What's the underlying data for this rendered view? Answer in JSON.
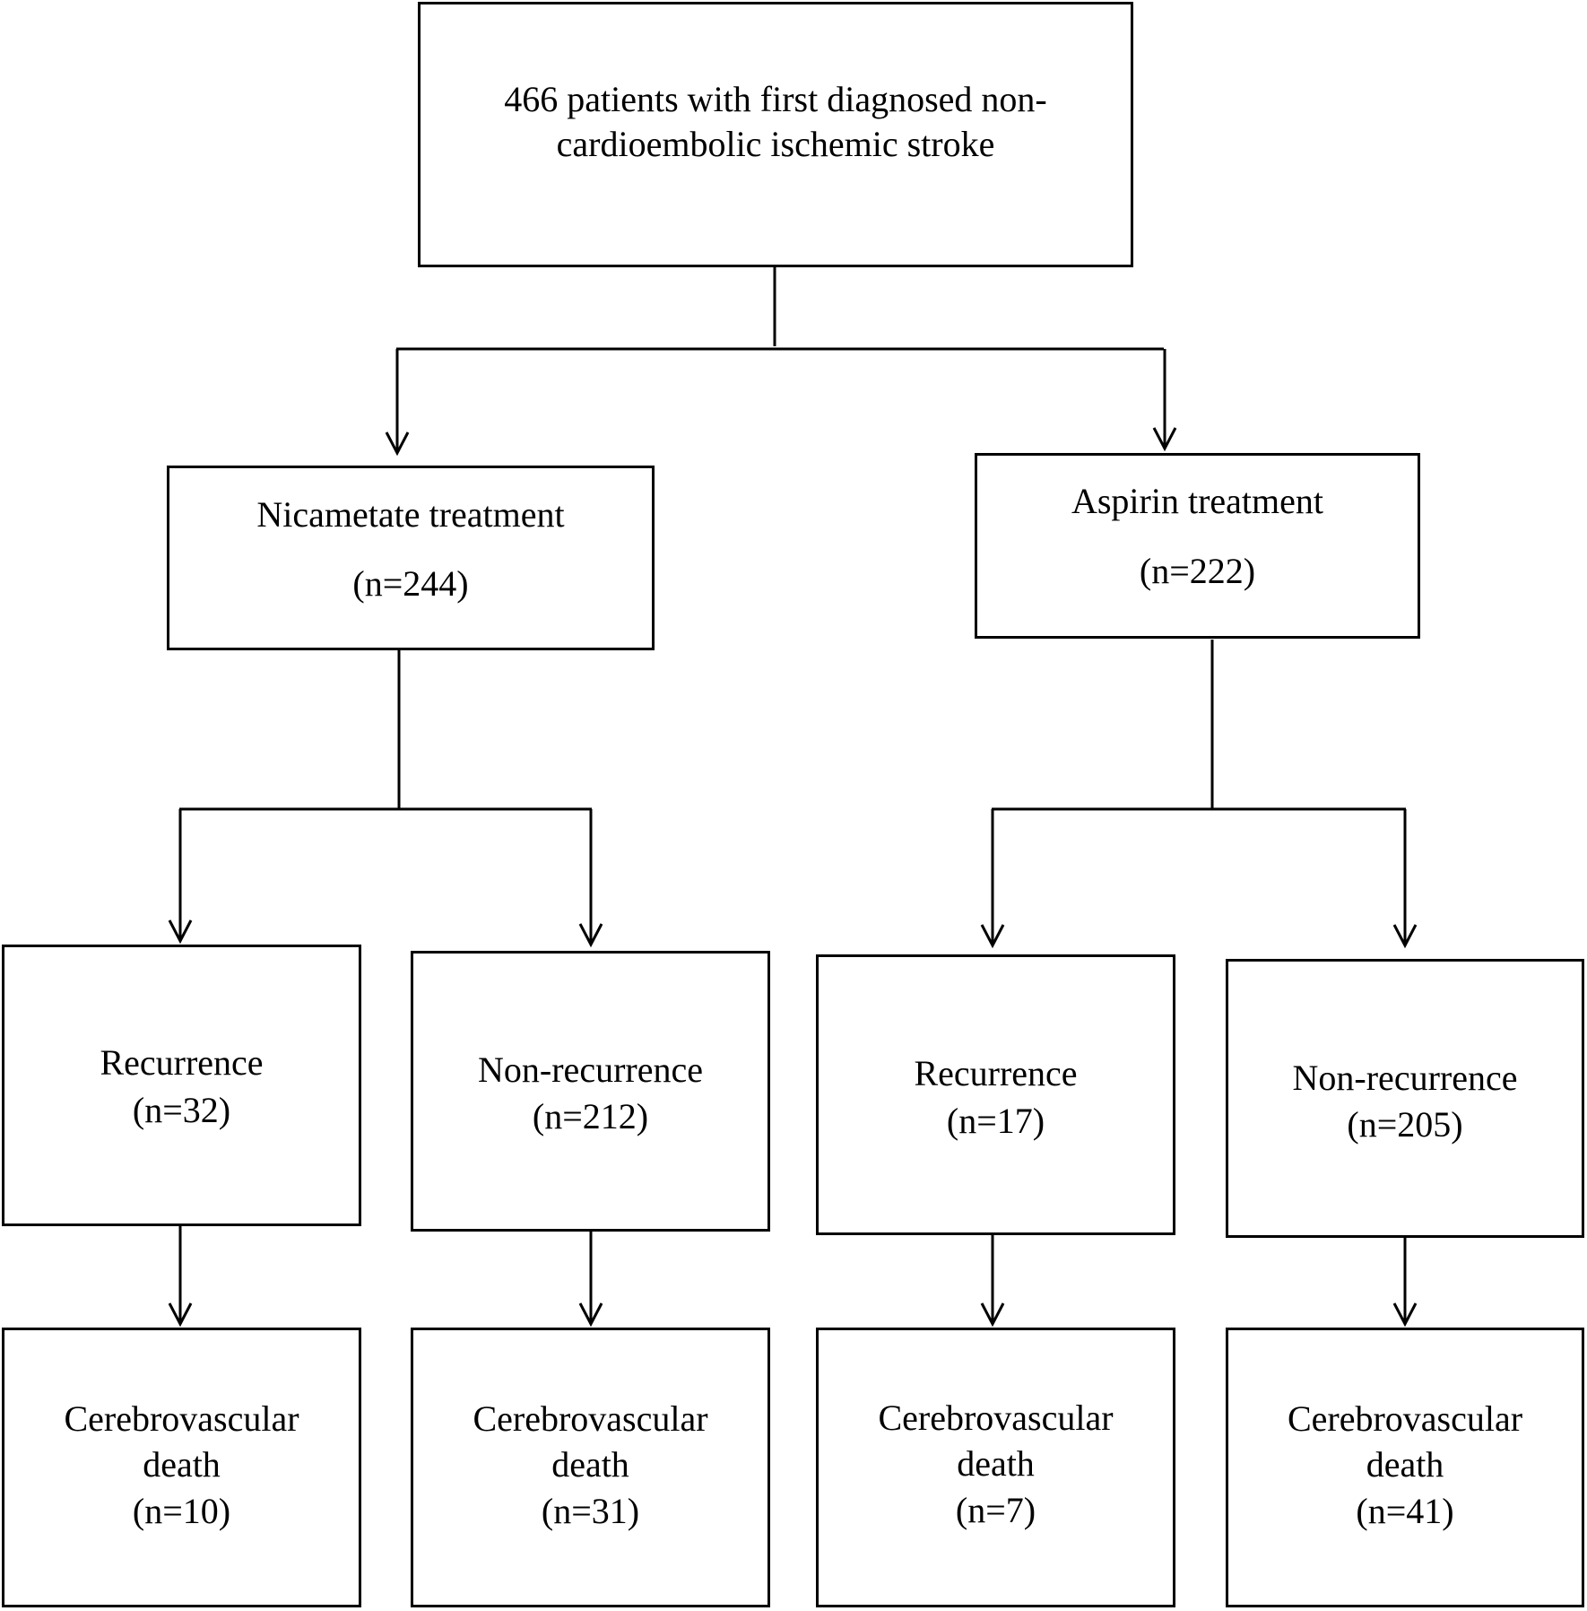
{
  "root": {
    "line1": "466 patients with first diagnosed non-",
    "line2": "cardioembolic ischemic stroke"
  },
  "arms": [
    {
      "label": "Nicametate treatment",
      "n": "(n=244)",
      "outcomes": [
        {
          "label": "Recurrence",
          "n": "(n=32)",
          "death_label": "Cerebrovascular",
          "death_label2": "death",
          "death_n": "(n=10)"
        },
        {
          "label": "Non-recurrence",
          "n": "(n=212)",
          "death_label": "Cerebrovascular",
          "death_label2": "death",
          "death_n": "(n=31)"
        }
      ]
    },
    {
      "label": "Aspirin treatment",
      "n": "(n=222)",
      "outcomes": [
        {
          "label": "Recurrence",
          "n": "(n=17)",
          "death_label": "Cerebrovascular",
          "death_label2": "death",
          "death_n": "(n=7)"
        },
        {
          "label": "Non-recurrence",
          "n": "(n=205)",
          "death_label": "Cerebrovascular",
          "death_label2": "death",
          "death_n": "(n=41)"
        }
      ]
    }
  ]
}
